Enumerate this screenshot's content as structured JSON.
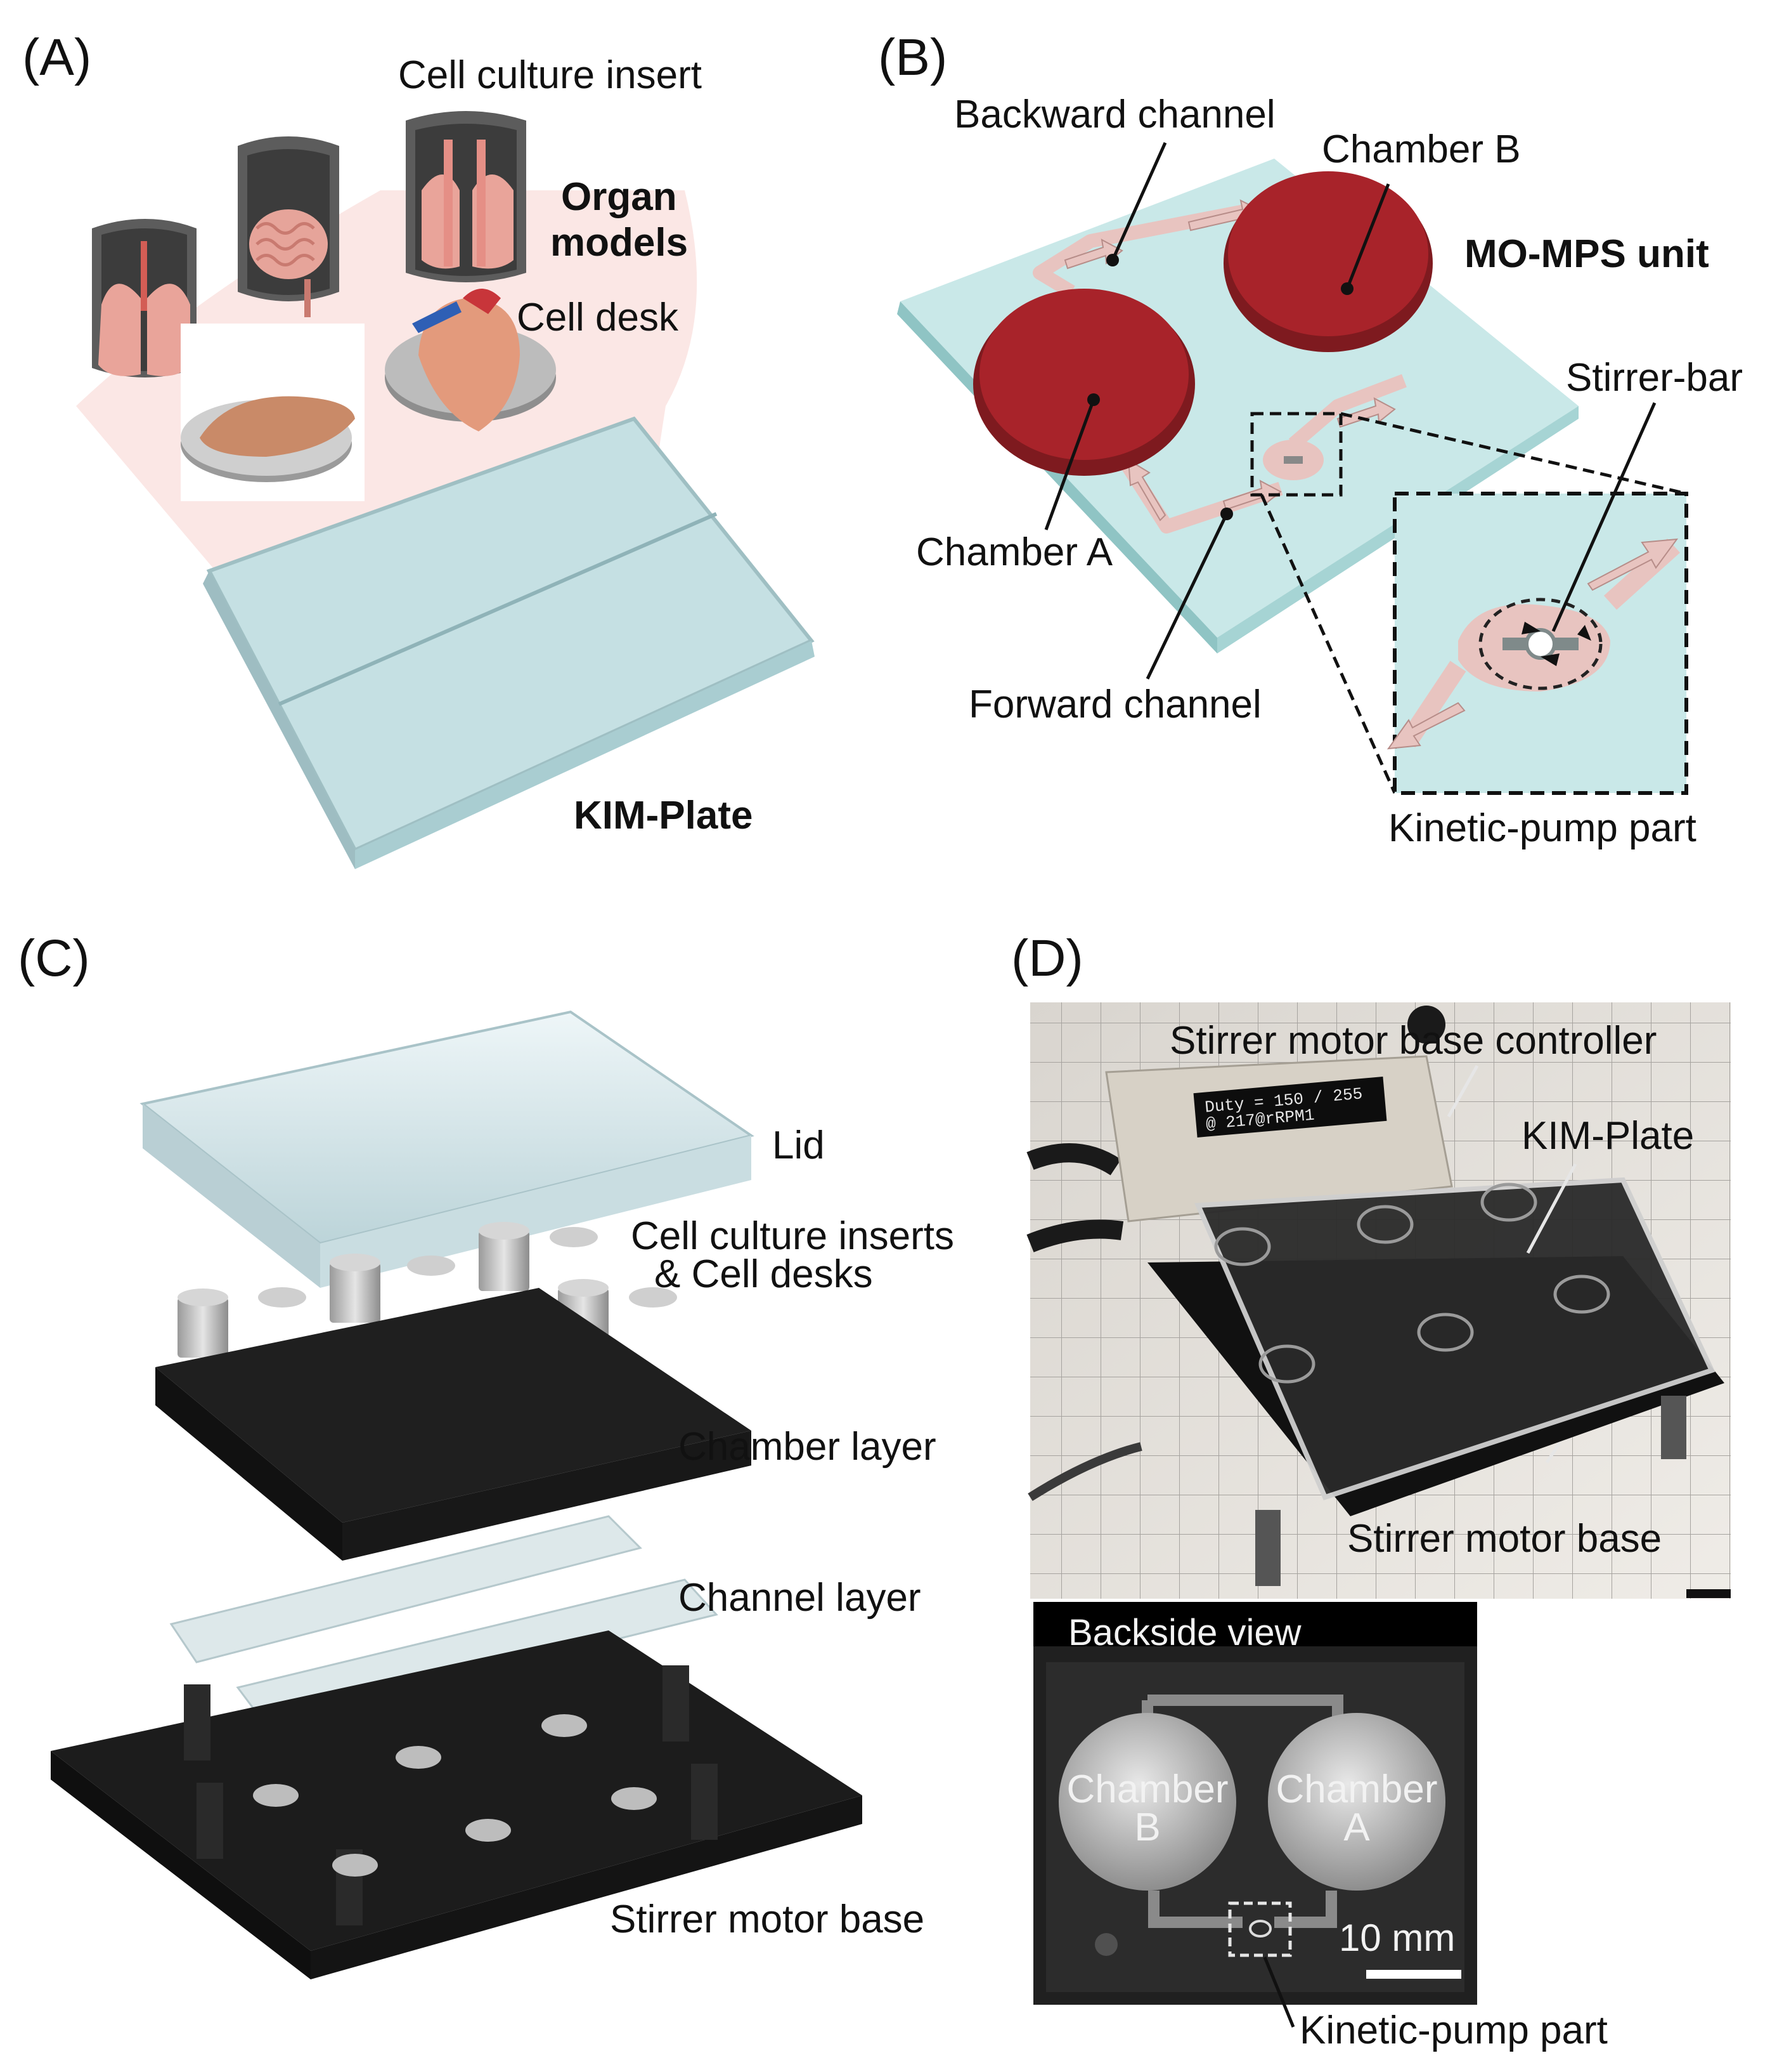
{
  "panels": {
    "a": {
      "letter": "(A)",
      "cell_culture_insert": "Cell culture insert",
      "organ_models_1": "Organ",
      "organ_models_2": "models",
      "cell_desk": "Cell desk",
      "plate_name": "KIM-Plate"
    },
    "b": {
      "letter": "(B)",
      "backward_channel": "Backward channel",
      "chamber_b": "Chamber B",
      "unit_name": "MO-MPS unit",
      "stirrer_bar": "Stirrer-bar",
      "chamber_a": "Chamber A",
      "forward_channel": "Forward channel",
      "pump_part": "Kinetic-pump part"
    },
    "c": {
      "letter": "(C)",
      "lid": "Lid",
      "inserts_1": "Cell culture inserts",
      "inserts_2": "& Cell desks",
      "chamber_layer": "Chamber layer",
      "channel_layer": "Channel layer",
      "motor_base": "Stirrer motor base"
    },
    "d": {
      "letter": "(D)",
      "controller": "Stirrer motor base controller",
      "plate_name": "KIM-Plate",
      "motor_base": "Stirrer motor base",
      "display_line1": "Duty = 150 / 255",
      "display_line2": "@ 217@rRPM1",
      "backside_view": "Backside view",
      "chamber_b_1": "Chamber",
      "chamber_b_2": "B",
      "chamber_a_1": "Chamber",
      "chamber_a_2": "A",
      "scale": "10 mm",
      "pump_part": "Kinetic-pump part"
    }
  },
  "colors": {
    "chamber_red": "#a8232a",
    "glass": "#c9e8e8",
    "flow_arrow": "#e8c4c0",
    "organ_pink": "#e9a49a",
    "lid_glass": "#dcecef",
    "dark_part": "#1e1e1e"
  }
}
